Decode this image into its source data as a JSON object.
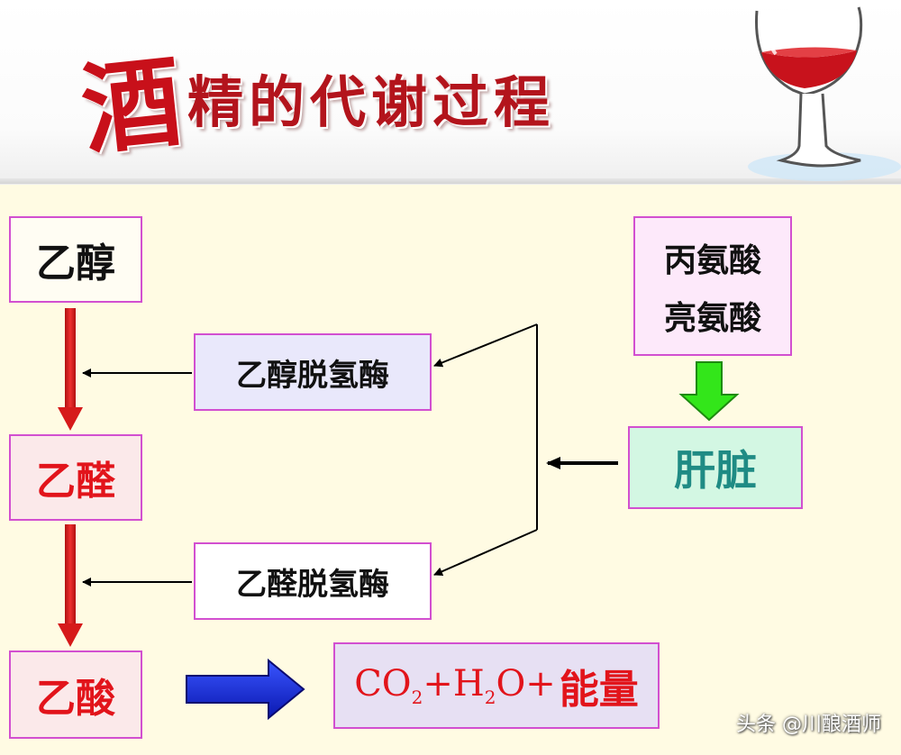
{
  "header": {
    "title_first_char": "酒",
    "title_rest": "精的代谢过程"
  },
  "nodes": {
    "ethanol": "乙醇",
    "acetaldehyde": "乙醛",
    "acetic_acid": "乙酸",
    "adh": "乙醇脱氢酶",
    "aldh": "乙醛脱氢酶",
    "amino_acid_1": "丙氨酸",
    "amino_acid_2": "亮氨酸",
    "liver": "肝脏",
    "products": {
      "co": "CO",
      "co_sub": "2",
      "plus1": "+H",
      "h_sub": "2",
      "o_plus": "O+",
      "energy": "能量"
    }
  },
  "watermark": "头条 @川酿酒师",
  "colors": {
    "title_red": "#b3141c",
    "box_border": "#d24fd0",
    "main_arrow": "#d61a1a",
    "green_arrow": "#33e61a",
    "blue_arrow": "#1328d8",
    "liver_text": "#1f8b84",
    "product_red": "#e2141b"
  }
}
